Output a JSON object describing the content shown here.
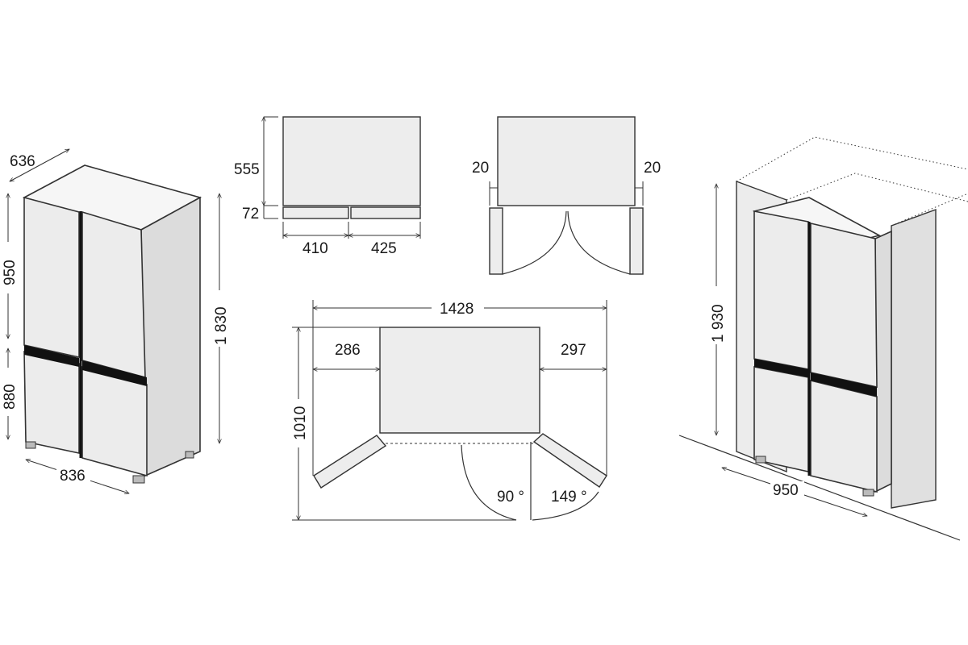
{
  "isometric_left": {
    "depth": "636",
    "upper_height": "950",
    "lower_height": "880",
    "total_height": "1 830",
    "width": "836"
  },
  "top_view_drawers": {
    "body_depth": "555",
    "drawer_depth": "72",
    "left_drawer": "410",
    "right_drawer": "425"
  },
  "top_view_clearance": {
    "left_gap": "20",
    "right_gap": "20"
  },
  "door_swing_view": {
    "overall_width": "1428",
    "left_margin": "286",
    "right_margin": "297",
    "overall_depth": "1010",
    "angle_left": "90 °",
    "angle_right": "149 °"
  },
  "installed_view": {
    "niche_height": "1 930",
    "niche_width": "950"
  }
}
